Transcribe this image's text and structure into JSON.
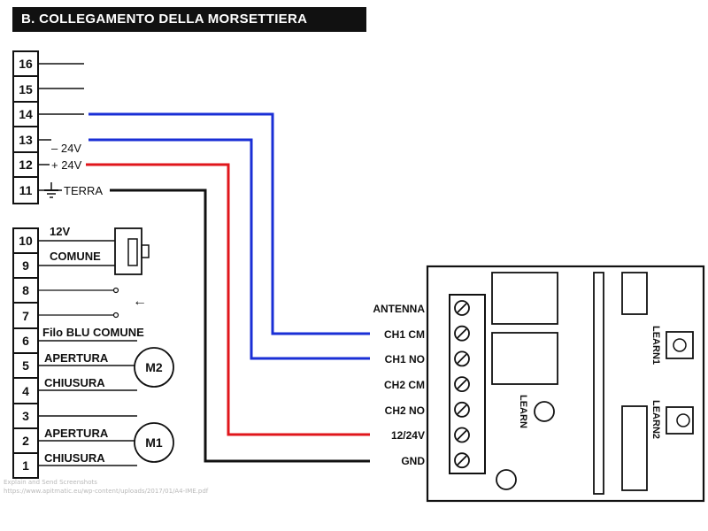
{
  "title": "B. COLLEGAMENTO DELLA MORSETTIERA",
  "left_terminals": [
    "16",
    "15",
    "14",
    "13",
    "12",
    "11",
    "10",
    "9",
    "8",
    "7",
    "6",
    "5",
    "4",
    "3",
    "2",
    "1"
  ],
  "left_labels": {
    "minus24v": "– 24V",
    "plus24v": "+ 24V",
    "terra": "TERRA",
    "v12": "12V",
    "comune": "COMUNE",
    "filo_blu_comune": "Filo BLU COMUNE",
    "apertura_m2": "APERTURA",
    "chiusura_m2": "CHIUSURA",
    "apertura_m1": "APERTURA",
    "chiusura_m1": "CHIUSURA",
    "motor_m2": "M2",
    "motor_m1": "M1",
    "arrow": "←"
  },
  "module": {
    "terminals": [
      "ANTENNA",
      "CH1 CM",
      "CH1 NO",
      "CH2 CM",
      "CH2 NO",
      "12/24V",
      "GND"
    ],
    "learn_center": "LEARN",
    "learn1": "LEARN1",
    "learn2": "LEARN2"
  },
  "wires": [
    {
      "from": "14",
      "to": "CH1 CM",
      "color": "#1a2fd6"
    },
    {
      "from": "13",
      "to": "CH1 NO",
      "color": "#1a2fd6"
    },
    {
      "from": "12",
      "to": "12/24V",
      "color": "#e0161b"
    },
    {
      "from": "11",
      "to": "GND",
      "color": "#111111"
    }
  ],
  "watermark": {
    "line1": "Explain and Send Screenshots",
    "line2": "https://www.apitmatic.eu/wp-content/uploads/2017/01/A4-IME.pdf"
  }
}
